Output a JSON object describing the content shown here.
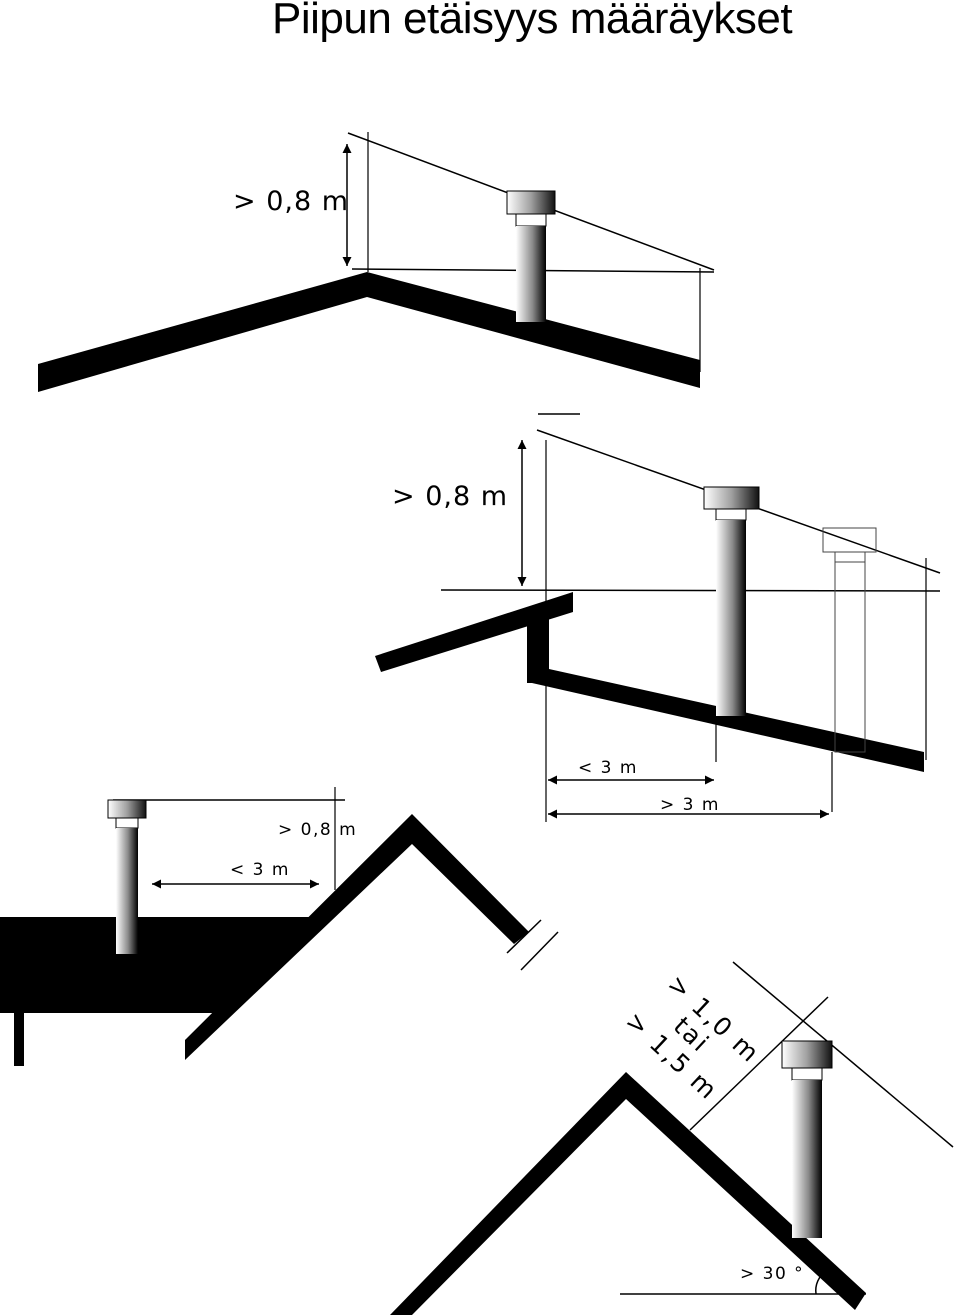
{
  "title": "Piipun etäisyys määräykset",
  "labels": {
    "d1_height": "> 0,8 m",
    "d2_height": "> 0,8 m",
    "d2_less_3": "< 3 m",
    "d2_more_3": "> 3 m",
    "d3_height": "> 0,8 m",
    "d3_less_3": "< 3 m",
    "d4_dist_a": "> 1,0 m",
    "d4_or": "tai",
    "d4_dist_b": "> 1,5 m",
    "d4_angle": "> 30 °"
  },
  "colors": {
    "ink": "#000000",
    "background": "#ffffff",
    "chimney_light": "#ffffff",
    "chimney_dark": "#000000"
  }
}
